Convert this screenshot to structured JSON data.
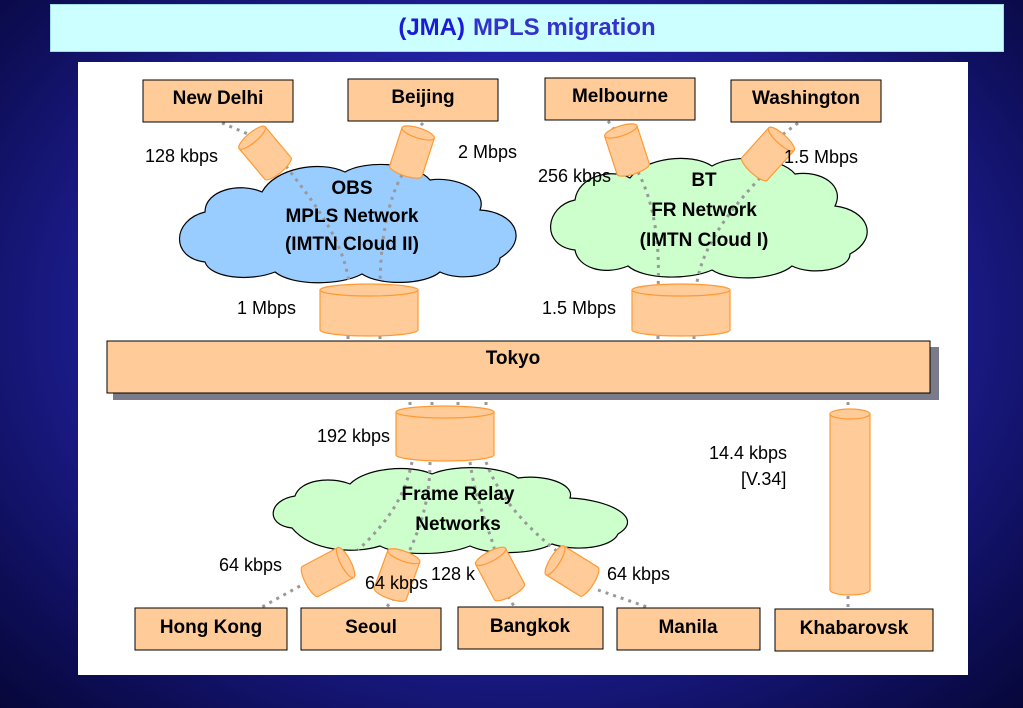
{
  "title": {
    "prefix": "(JMA)",
    "main": "MPLS migration"
  },
  "sites": {
    "new_delhi": "New Delhi",
    "beijing": "Beijing",
    "melbourne": "Melbourne",
    "washington": "Washington",
    "tokyo": "Tokyo",
    "hong_kong": "Hong Kong",
    "seoul": "Seoul",
    "bangkok": "Bangkok",
    "manila": "Manila",
    "khabarovsk": "Khabarovsk"
  },
  "clouds": {
    "obs": {
      "line1": "OBS",
      "line2": "MPLS Network",
      "line3": "(IMTN Cloud II)"
    },
    "bt": {
      "line1": "BT",
      "line2": "FR Network",
      "line3": "(IMTN Cloud I)"
    },
    "frame_relay": {
      "line1": "Frame Relay",
      "line2": "Networks"
    }
  },
  "speeds": {
    "new_delhi": "128 kbps",
    "beijing": "2 Mbps",
    "melbourne": "256 kbps",
    "washington": "1.5 Mbps",
    "tokyo_obs": "1 Mbps",
    "tokyo_bt": "1.5 Mbps",
    "tokyo_fr": "192 kbps",
    "khabarovsk_line1": "14.4 kbps",
    "khabarovsk_line2": "[V.34]",
    "hong_kong": "64 kbps",
    "seoul": "64 kbps",
    "bangkok": "128 k",
    "manila": "64 kbps"
  },
  "colors": {
    "background": "#2323a8",
    "title_bar": "#ccffff",
    "title_text": "#1a1ad8",
    "site_box": "#ffcc99",
    "pipe_fill": "#ffcc99",
    "pipe_stroke": "#ff9933",
    "obs_cloud": "#99ccff",
    "green_cloud": "#ccffcc",
    "link_dots": "#999999"
  }
}
